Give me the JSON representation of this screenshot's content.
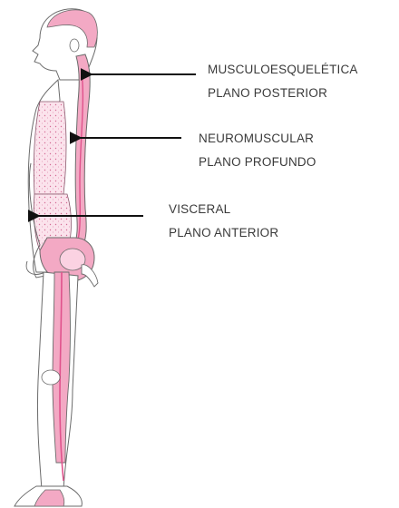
{
  "labels": {
    "musculoesqueletica": {
      "line1": "MUSCULOESQUELÉTICA",
      "line2": "PLANO POSTERIOR"
    },
    "neuromuscular": {
      "line1": "NEUROMUSCULAR",
      "line2": "PLANO PROFUNDO"
    },
    "visceral": {
      "line1": "VISCERAL",
      "line2": "PLANO ANTERIOR"
    }
  },
  "colors": {
    "pink_fill": "#f3a9c4",
    "pink_dark": "#e0528c",
    "outline": "#6b6b6b",
    "arrow": "#111111",
    "text": "#3a3a3a"
  },
  "icons": {
    "figure": "human-body-side-view-icon",
    "arrow": "arrow-left-icon"
  }
}
